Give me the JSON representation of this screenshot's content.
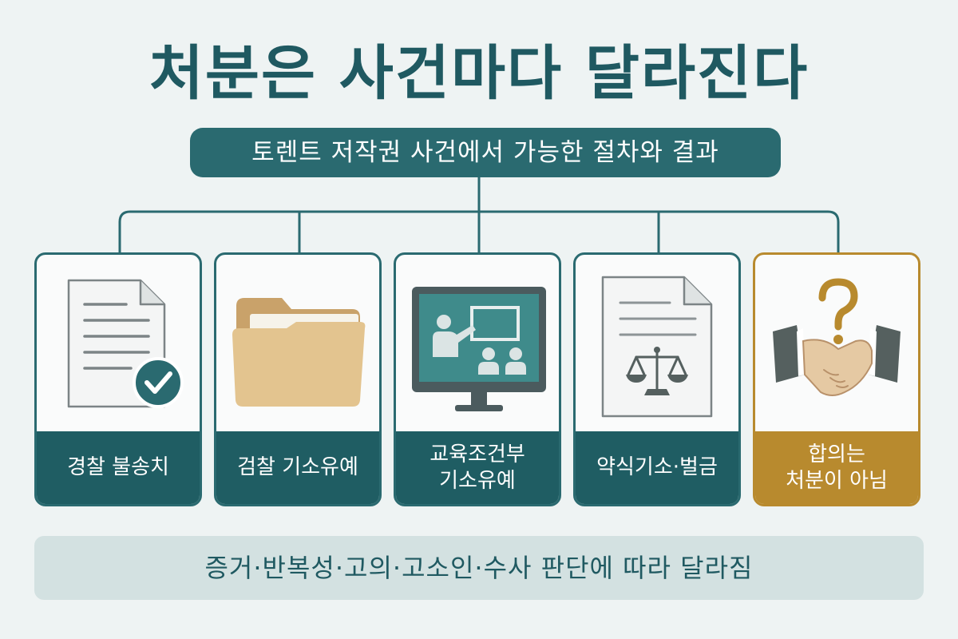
{
  "header": {
    "title": "처분은 사건마다 달라진다",
    "subtitle": "토렌트 저작권 사건에서 가능한 절차와 결과"
  },
  "cards": [
    {
      "label": "경찰 불송치",
      "illustration": "document-check-icon"
    },
    {
      "label": "검찰 기소유예",
      "illustration": "folder-icon"
    },
    {
      "label": "교육조건부\n기소유예",
      "illustration": "monitor-classroom-icon"
    },
    {
      "label": "약식기소·벌금",
      "illustration": "document-scales-icon"
    },
    {
      "label": "합의는\n처분이 아님",
      "illustration": "handshake-question-icon"
    }
  ],
  "footer": {
    "text": "증거·반복성·고의·고소인·수사 판단에 따라 달라짐"
  },
  "colors": {
    "primary": "#1f5d63",
    "accent_gold": "#b88a2e",
    "background": "#eef3f3",
    "footer_bg": "#d3e1e1"
  }
}
